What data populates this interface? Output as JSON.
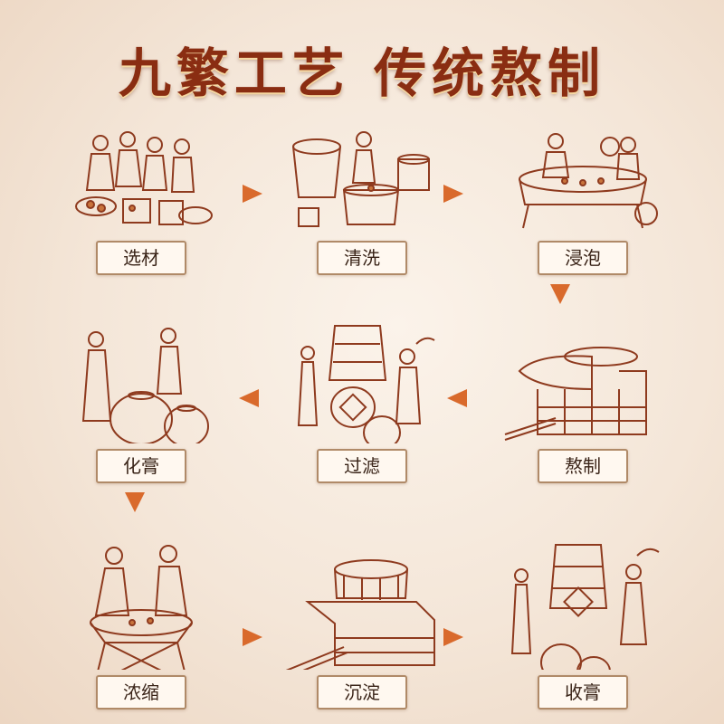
{
  "title": "九繁工艺 传统熬制",
  "steps": [
    {
      "label": "选材",
      "icon": "people-selecting-icon"
    },
    {
      "label": "清洗",
      "icon": "washing-tub-icon"
    },
    {
      "label": "浸泡",
      "icon": "soaking-vat-icon"
    },
    {
      "label": "熬制",
      "icon": "stove-boiling-icon"
    },
    {
      "label": "过滤",
      "icon": "filtering-jars-icon"
    },
    {
      "label": "化膏",
      "icon": "jars-people-icon"
    },
    {
      "label": "浓缩",
      "icon": "people-stirring-icon"
    },
    {
      "label": "沉淀",
      "icon": "settling-basin-icon"
    },
    {
      "label": "收膏",
      "icon": "collecting-jars-icon"
    }
  ],
  "colors": {
    "title": "#8a2d12",
    "arrow": "#d96a2c",
    "line_art": "#8e3a1e"
  }
}
